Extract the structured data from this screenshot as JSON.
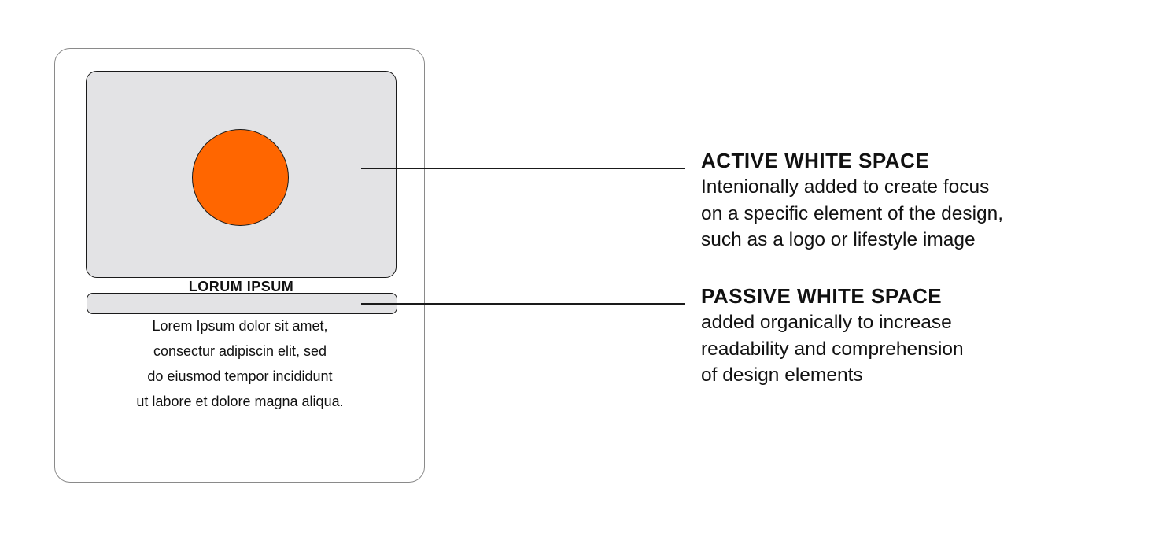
{
  "card": {
    "title": "LORUM IPSUM",
    "body_lines": [
      "Lorem Ipsum dolor sit amet,",
      "consectur adipiscin elit, sed",
      "do eiusmod tempor incididunt",
      "ut labore et dolore magna aliqua."
    ],
    "hero_color": "#e3e3e5",
    "dot_color": "#ff6600"
  },
  "active": {
    "title": "ACTIVE WHITE SPACE",
    "lines": [
      "Intenionally added to create focus",
      "on a specific element of the design,",
      "such as a logo or lifestyle image"
    ]
  },
  "passive": {
    "title": "PASSIVE WHITE SPACE",
    "lines": [
      "added organically to increase",
      "readability and comprehension",
      "of design elements"
    ]
  }
}
